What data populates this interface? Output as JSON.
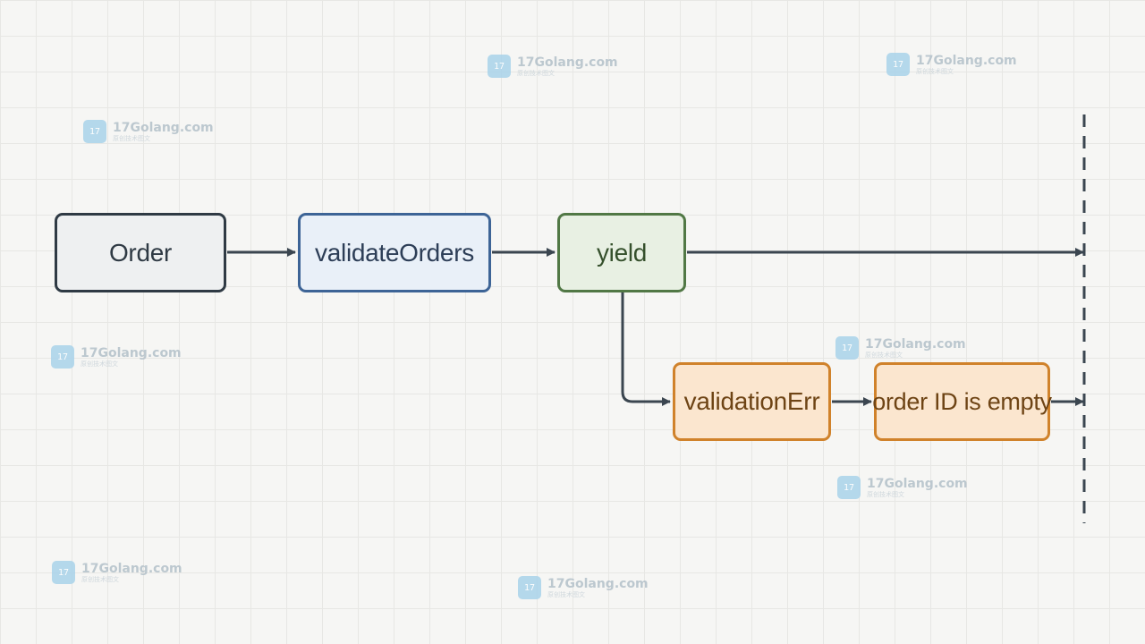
{
  "nodes": {
    "order": "Order",
    "validate_orders": "validateOrders",
    "yield": "yield",
    "validation_err": "validationErr",
    "error_message": "order ID is empty"
  },
  "colors": {
    "order": "#2f3a44",
    "validate_orders": "#3d6496",
    "yield": "#517845",
    "error": "#d0822b",
    "arrow": "#3b4650",
    "background": "#f6f6f4"
  },
  "watermark": {
    "name": "17Golang.com",
    "subtitle": "原创技术图文",
    "logo_icon": "17golang-logo-icon"
  }
}
